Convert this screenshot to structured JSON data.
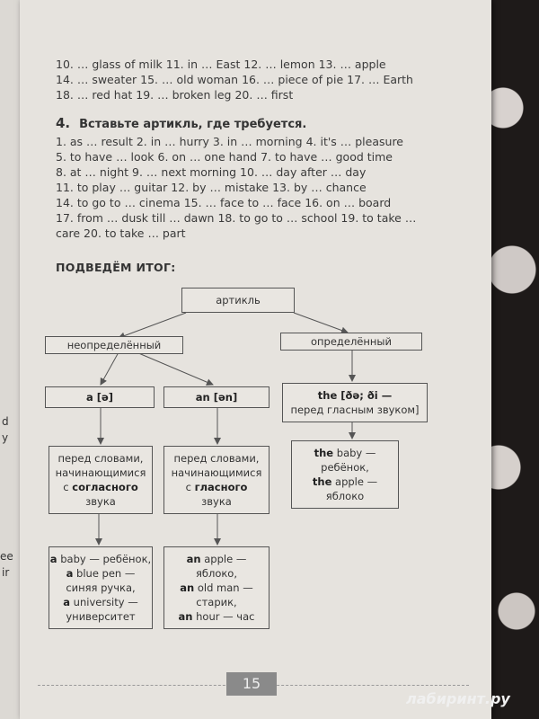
{
  "prev_page_fragments": [
    "d",
    "y",
    "ee",
    "ir"
  ],
  "top_lines": [
    "10. … glass of milk 11. in … East 12. … lemon 13. … apple",
    "14. … sweater 15. … old woman 16. … piece of pie 17. … Earth",
    "18. … red hat 19. … broken leg 20. … first"
  ],
  "exercise": {
    "number": "4.",
    "title": "Вставьте артикль, где требуется.",
    "lines": [
      "1. as … result 2. in … hurry 3. in … morning 4. it's … pleasure",
      "5. to have … look 6. on … one hand 7. to have … good time",
      "8. at … night 9. … next morning 10. … day after … day",
      "11. to play … guitar 12. by … mistake 13. by … chance",
      "14. to go to … cinema 15. … face to … face 16. on … board",
      "17. from … dusk till … dawn 18. to go to … school 19. to take …",
      "care 20. to take … part"
    ]
  },
  "summary_title": "ПОДВЕДЁМ ИТОГ:",
  "diagram": {
    "root": "артикль",
    "indefinite": "неопределённый",
    "definite": "определённый",
    "a_label": "a [ə]",
    "an_label": "an [ən]",
    "the_line1": "the [ðə; ði —",
    "the_line2": "перед гласным звуком]",
    "a_rule": [
      "перед словами,",
      "начинающимися",
      "с ",
      "согласного",
      "звука"
    ],
    "an_rule": [
      "перед словами,",
      "начинающимися",
      "с ",
      "гласного",
      "звука"
    ],
    "the_examples": [
      {
        "art": "the",
        "rest": " baby —"
      },
      {
        "art": "",
        "rest": "ребёнок,"
      },
      {
        "art": "the",
        "rest": " apple —"
      },
      {
        "art": "",
        "rest": "яблоко"
      }
    ],
    "a_examples": [
      {
        "art": "a",
        "rest": " baby — ребёнок,"
      },
      {
        "art": "a",
        "rest": " blue pen —"
      },
      {
        "art": "",
        "rest": "синяя ручка,"
      },
      {
        "art": "a",
        "rest": " university —"
      },
      {
        "art": "",
        "rest": "университет"
      }
    ],
    "an_examples": [
      {
        "art": "an",
        "rest": " apple —"
      },
      {
        "art": "",
        "rest": "яблоко,"
      },
      {
        "art": "an",
        "rest": " old man —"
      },
      {
        "art": "",
        "rest": "старик,"
      },
      {
        "art": "an",
        "rest": " hour — час"
      }
    ]
  },
  "page_number": "15",
  "watermark": "лабиринт.ру"
}
